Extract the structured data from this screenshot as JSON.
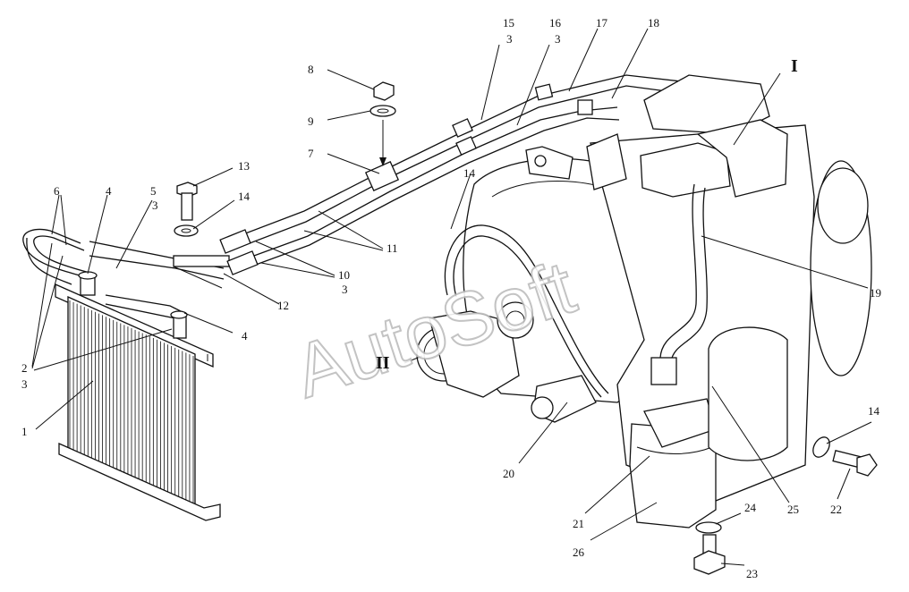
{
  "watermark": "AutoSoft",
  "callouts": {
    "c1": "1",
    "c2": "2",
    "c3a": "3",
    "c4a": "4",
    "c4b": "4",
    "c5": "5",
    "c5sub": "3",
    "c6": "6",
    "c7": "7",
    "c8": "8",
    "c9": "9",
    "c10": "10",
    "c10sub": "3",
    "c11": "11",
    "c12": "12",
    "c13": "13",
    "c14a": "14",
    "c14b": "14",
    "c14c": "14",
    "c15": "15",
    "c15sub": "3",
    "c16": "16",
    "c16sub": "3",
    "c17": "17",
    "c18": "18",
    "c19": "19",
    "c20": "20",
    "c21": "21",
    "c22": "22",
    "c23": "23",
    "c24": "24",
    "c25": "25",
    "c26": "26",
    "viewI": "I",
    "viewII": "II"
  }
}
